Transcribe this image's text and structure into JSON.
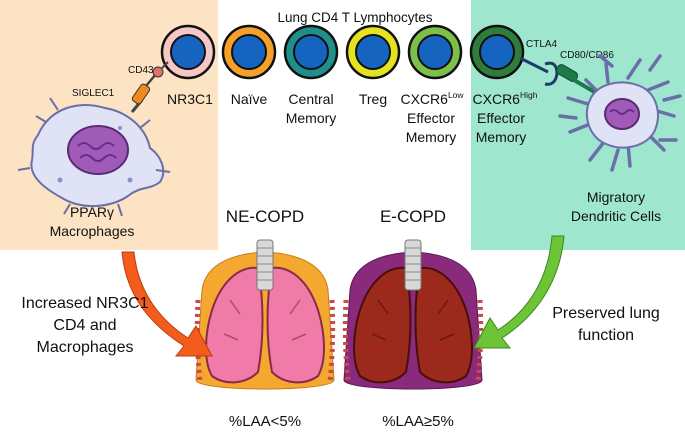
{
  "header": {
    "title": "Lung CD4 T Lymphocytes"
  },
  "colors": {
    "left_panel": "#fbe3c3",
    "right_panel": "#9fe6cf",
    "cell_core": "#1565c0",
    "naive_ring": "#f5a02a",
    "central_memory_ring": "#1f8f8c",
    "treg_ring": "#e5e21f",
    "cxcr6_low_ring": "#7cc04a",
    "cxcr6_high_ring": "#2e7d3d",
    "nr3c1_ring": "#f5c7c7",
    "necopd_lung": "#f07aa8",
    "ecopd_lung": "#9b2a1c",
    "necopd_bg": "#f5a830",
    "ecopd_bg": "#8a2a7c",
    "left_arrow": "#f25c1c",
    "right_arrow": "#6cc436"
  },
  "cells": {
    "nr3c1": {
      "label": "NR3C1"
    },
    "naive": {
      "label": "Naïve"
    },
    "central_memory": {
      "line1": "Central",
      "line2": "Memory"
    },
    "treg": {
      "label": "Treg"
    },
    "cxcr6_low": {
      "base": "CXCR6",
      "sup": "Low",
      "line2": "Effector",
      "line3": "Memory"
    },
    "cxcr6_high": {
      "base": "CXCR6",
      "sup": "High",
      "line2": "Effector",
      "line3": "Memory"
    }
  },
  "molecules": {
    "cd43": "CD43",
    "siglec1": "SIGLEC1",
    "ctla4": "CTLA4",
    "cd80_cd86": "CD80/CD86"
  },
  "macrophage": {
    "line1": "PPARγ",
    "line2": "Macrophages"
  },
  "dendritic": {
    "line1": "Migratory",
    "line2": "Dendritic Cells"
  },
  "lungs": {
    "necopd": {
      "title": "NE-COPD",
      "laa": "%LAA<5%"
    },
    "ecopd": {
      "title": "E-COPD",
      "laa": "%LAA≥5%"
    }
  },
  "left_text": {
    "line1": "Increased NR3C1",
    "line2": "CD4 and",
    "line3": "Macrophages"
  },
  "right_text": {
    "line1": "Preserved lung",
    "line2": "function"
  }
}
